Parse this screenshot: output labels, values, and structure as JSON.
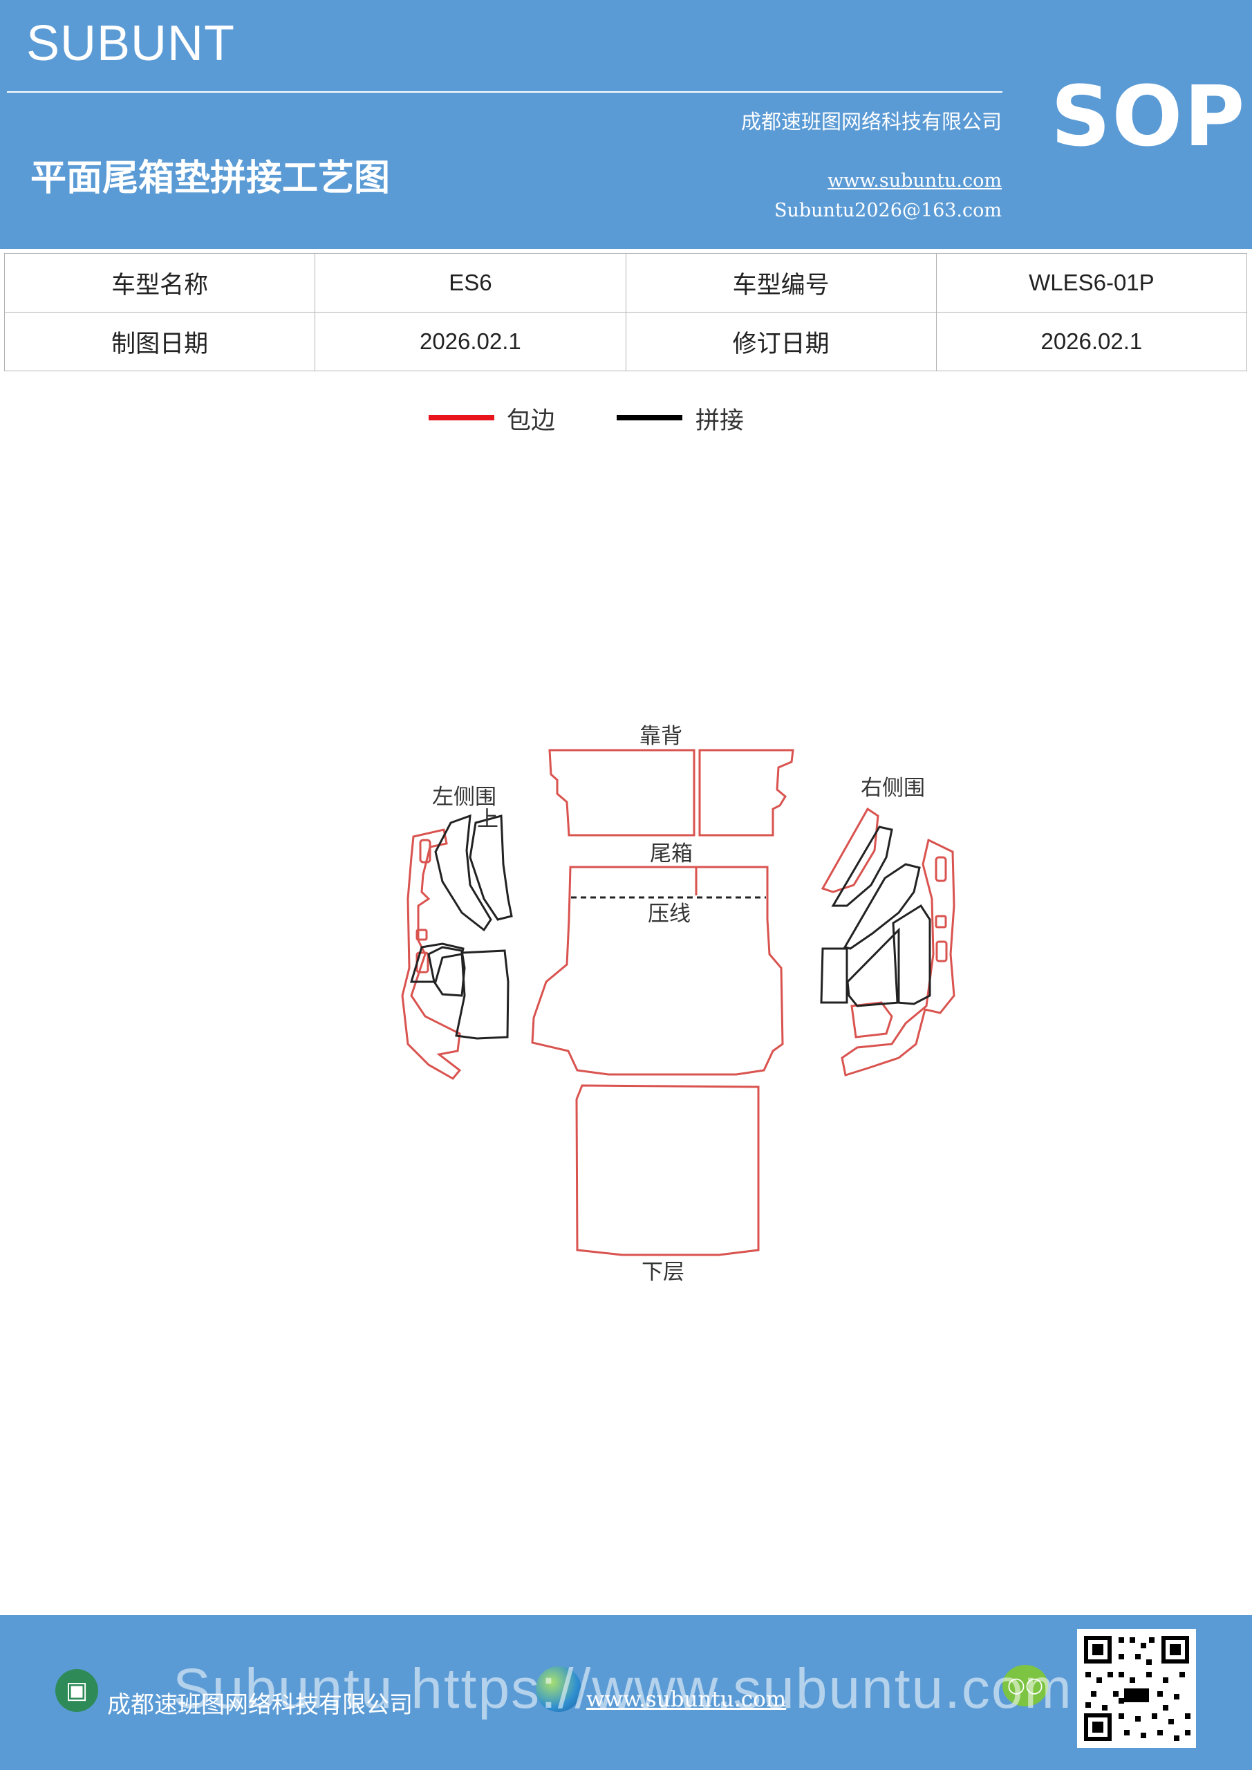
{
  "header": {
    "brand": "SUBUNT",
    "badge": "SOP",
    "title": "平面尾箱垫拼接工艺图",
    "company": "成都速班图网络科技有限公司",
    "website": "www.subuntu.com",
    "email": "Subuntu2026@163.com"
  },
  "info_table": {
    "model_name_label": "车型名称",
    "model_name": "ES6",
    "model_code_label": "车型编号",
    "model_code": "WLES6-01P",
    "draw_date_label": "制图日期",
    "draw_date": "2026.02.1",
    "revise_date_label": "修订日期",
    "revise_date": "2026.02.1"
  },
  "legend": {
    "edge_label": "包边",
    "edge_color": "#e8141c",
    "splice_label": "拼接",
    "splice_color": "#000000"
  },
  "diagram": {
    "backrest": "靠背",
    "left_side_line1": "左侧围",
    "left_side_line2": "上",
    "right_side": "右侧围",
    "trunk": "尾箱",
    "press_line": "压线",
    "lower": "下层",
    "outline_color": "#d9534f",
    "splice_color": "#222222"
  },
  "footer": {
    "company": "成都速班图网络科技有限公司",
    "website": "www.subuntu.com",
    "watermark": "Subuntu https://www.subuntu.com"
  }
}
